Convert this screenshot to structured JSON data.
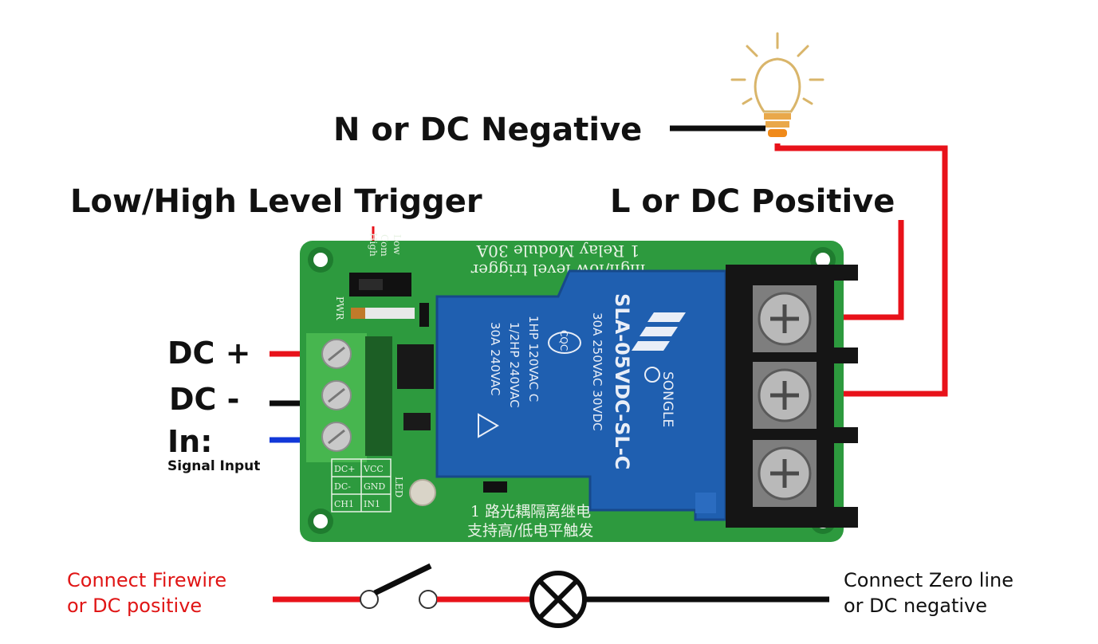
{
  "labels": {
    "negative": "N or DC Negative",
    "trigger": "Low/High Level Trigger",
    "positive": "L or DC Positive",
    "dc_plus": "DC +",
    "dc_minus": "DC -",
    "in": "In:",
    "signal_input": "Signal Input"
  },
  "notes": {
    "left_line1": "Connect Firewire",
    "left_line2": "or DC positive",
    "right_line1": "Connect Zero line",
    "right_line2": "or DC negative"
  },
  "board": {
    "title_line1": "high/low level trigger",
    "title_line2": "1 Relay Module 30A",
    "jumper_low": "Low",
    "jumper_com": "Com",
    "jumper_high": "High",
    "pwr": "PWR",
    "led": "LED",
    "pin_dcplus": "DC+",
    "pin_vcc": "VCC",
    "pin_dcminus": "DC-",
    "pin_gnd": "GND",
    "pin_ch1": "CH1",
    "pin_in1": "IN1",
    "chinese_line1": "1 路光耦隔离继电",
    "chinese_line2": "支持高/低电平触发"
  },
  "relay": {
    "model": "SLA-05VDC-SL-C",
    "rating1": "30A 250VAC 30VDC",
    "rating2": "1HP 120VAC C",
    "rating3": "1/2HP 240VAC",
    "rating4": "30A 240VAC",
    "cert": "CQC",
    "brand": "SONGLE"
  },
  "colors": {
    "wire_red": "#e8121a",
    "wire_black": "#0d0d0d",
    "wire_blue": "#1238d8",
    "board_green": "#2d9a3e",
    "relay_blue": "#1f5fb0",
    "bulb_glow": "#d9b56a"
  }
}
